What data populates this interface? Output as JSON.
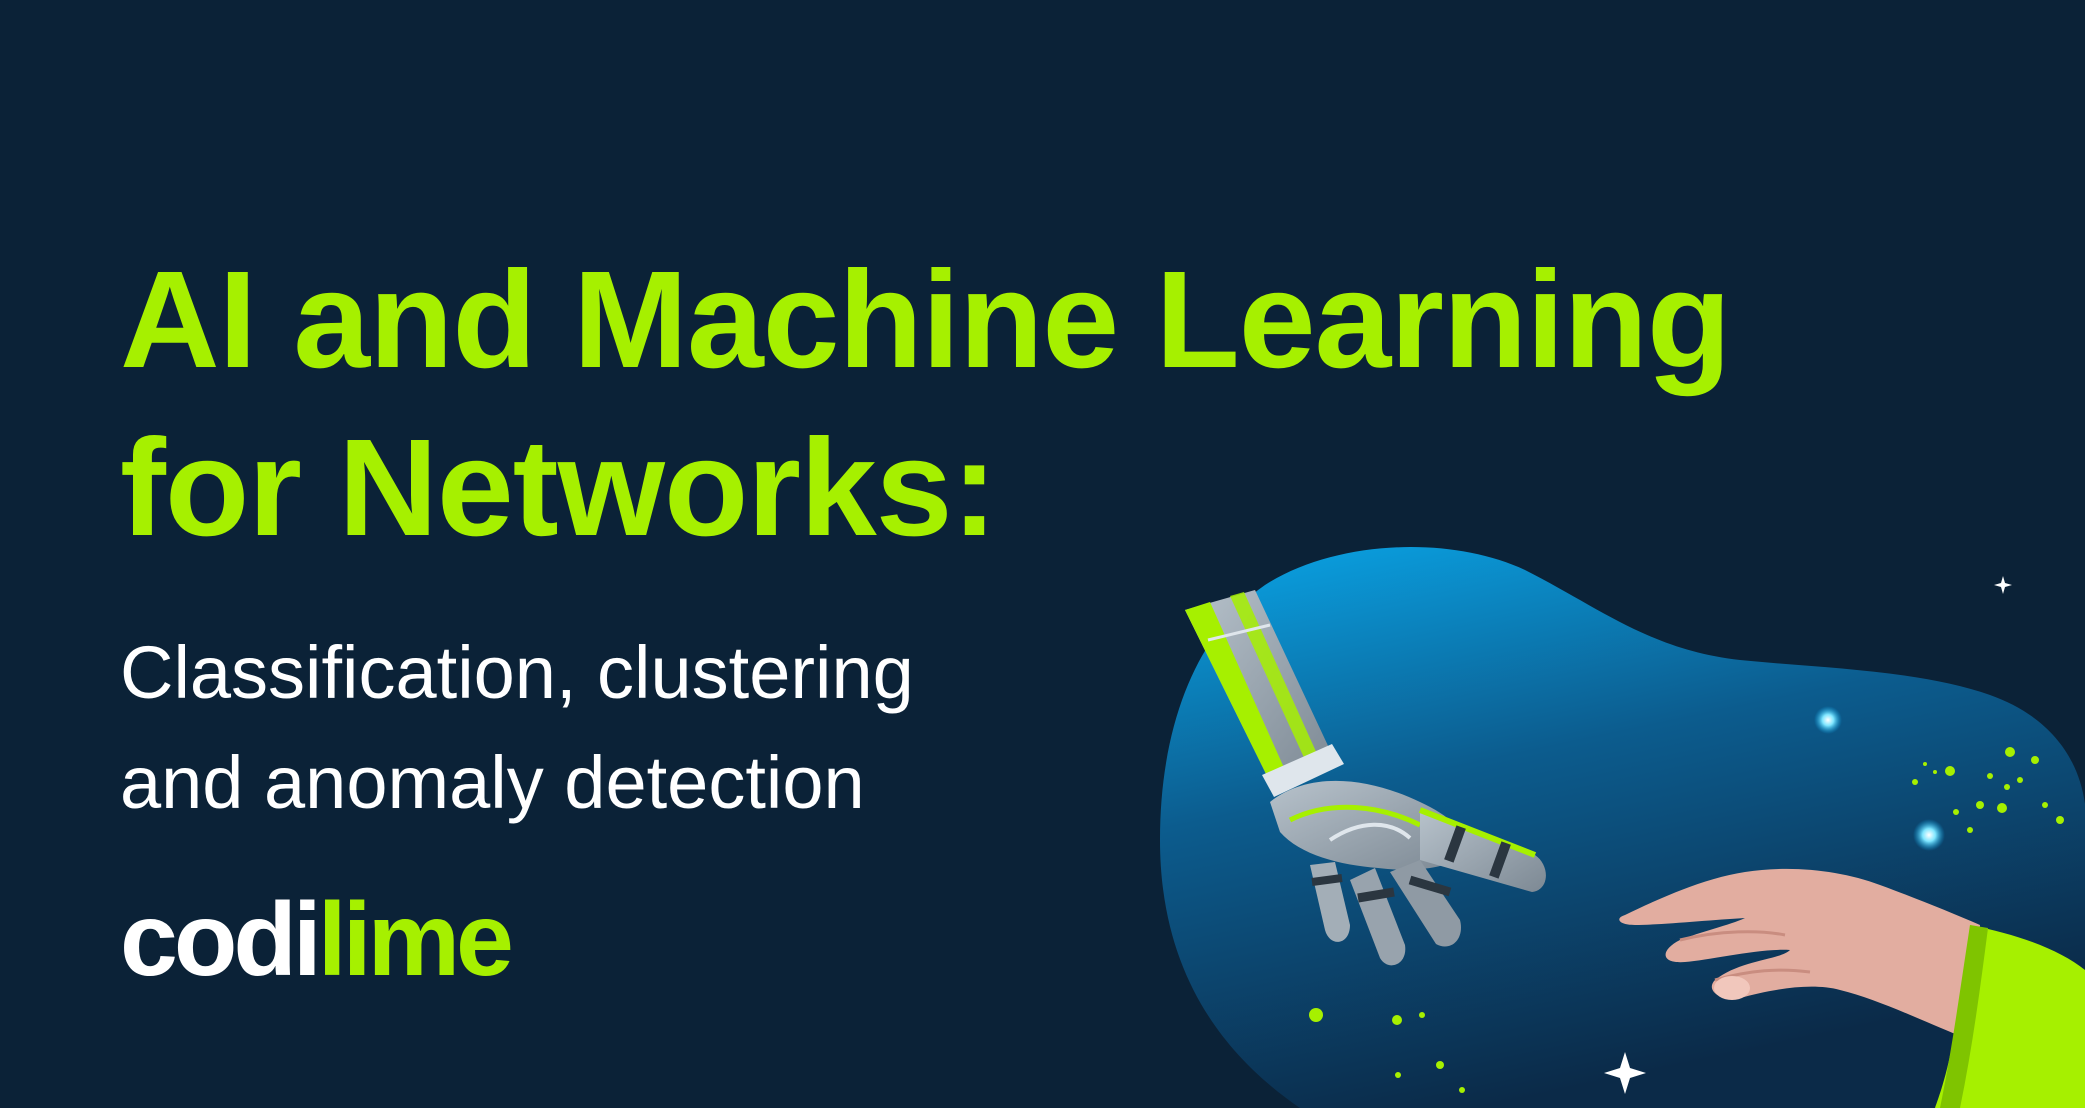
{
  "headline": {
    "line1": "AI and Machine Learning",
    "line2": "for Networks:"
  },
  "subheadline": {
    "line1": "Classification, clustering",
    "line2": "and anomaly detection"
  },
  "logo": {
    "part1": "codi",
    "part2": "lime"
  },
  "colors": {
    "background": "#0b2237",
    "accent": "#a6f000",
    "text": "#ffffff",
    "blob_top": "#0aa6e8",
    "blob_bottom": "#0b2a48",
    "skin": "#e2ada0"
  },
  "illustration": {
    "robot_hand": "robot-hand-icon",
    "human_hand": "human-hand-icon",
    "sparkle": "sparkle-icon"
  }
}
